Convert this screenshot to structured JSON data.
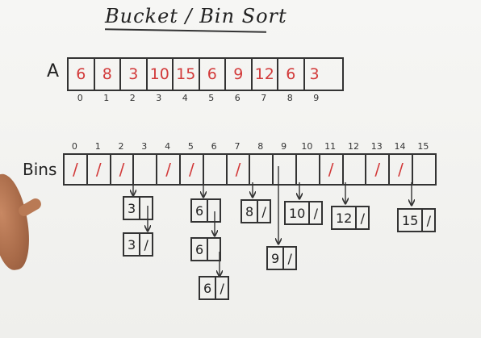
{
  "title": "Bucket / Bin Sort",
  "array": {
    "label": "A",
    "values": [
      "6",
      "8",
      "3",
      "10",
      "15",
      "6",
      "9",
      "12",
      "6",
      "3"
    ],
    "indices": [
      "0",
      "1",
      "2",
      "3",
      "4",
      "5",
      "6",
      "7",
      "8",
      "9"
    ]
  },
  "bins": {
    "label": "Bins",
    "indices": [
      "0",
      "1",
      "2",
      "3",
      "4",
      "5",
      "6",
      "7",
      "8",
      "9",
      "10",
      "11",
      "12",
      "13",
      "14",
      "15"
    ],
    "slots": [
      "/",
      "/",
      "/",
      "",
      "/",
      "/",
      "",
      "/",
      "",
      "",
      "",
      "/",
      "",
      "/",
      "/",
      ""
    ]
  },
  "nodes": {
    "n3a": "3",
    "n3b": "3",
    "n6a": "6",
    "n6b": "6",
    "n6c": "6",
    "n8": "8",
    "n9": "9",
    "n10": "10",
    "n12": "12",
    "n15": "15"
  },
  "null_mark": "/",
  "colors": {
    "ink": "#222222",
    "marker_red": "#d23a3a",
    "board": "#f4f4f2"
  }
}
